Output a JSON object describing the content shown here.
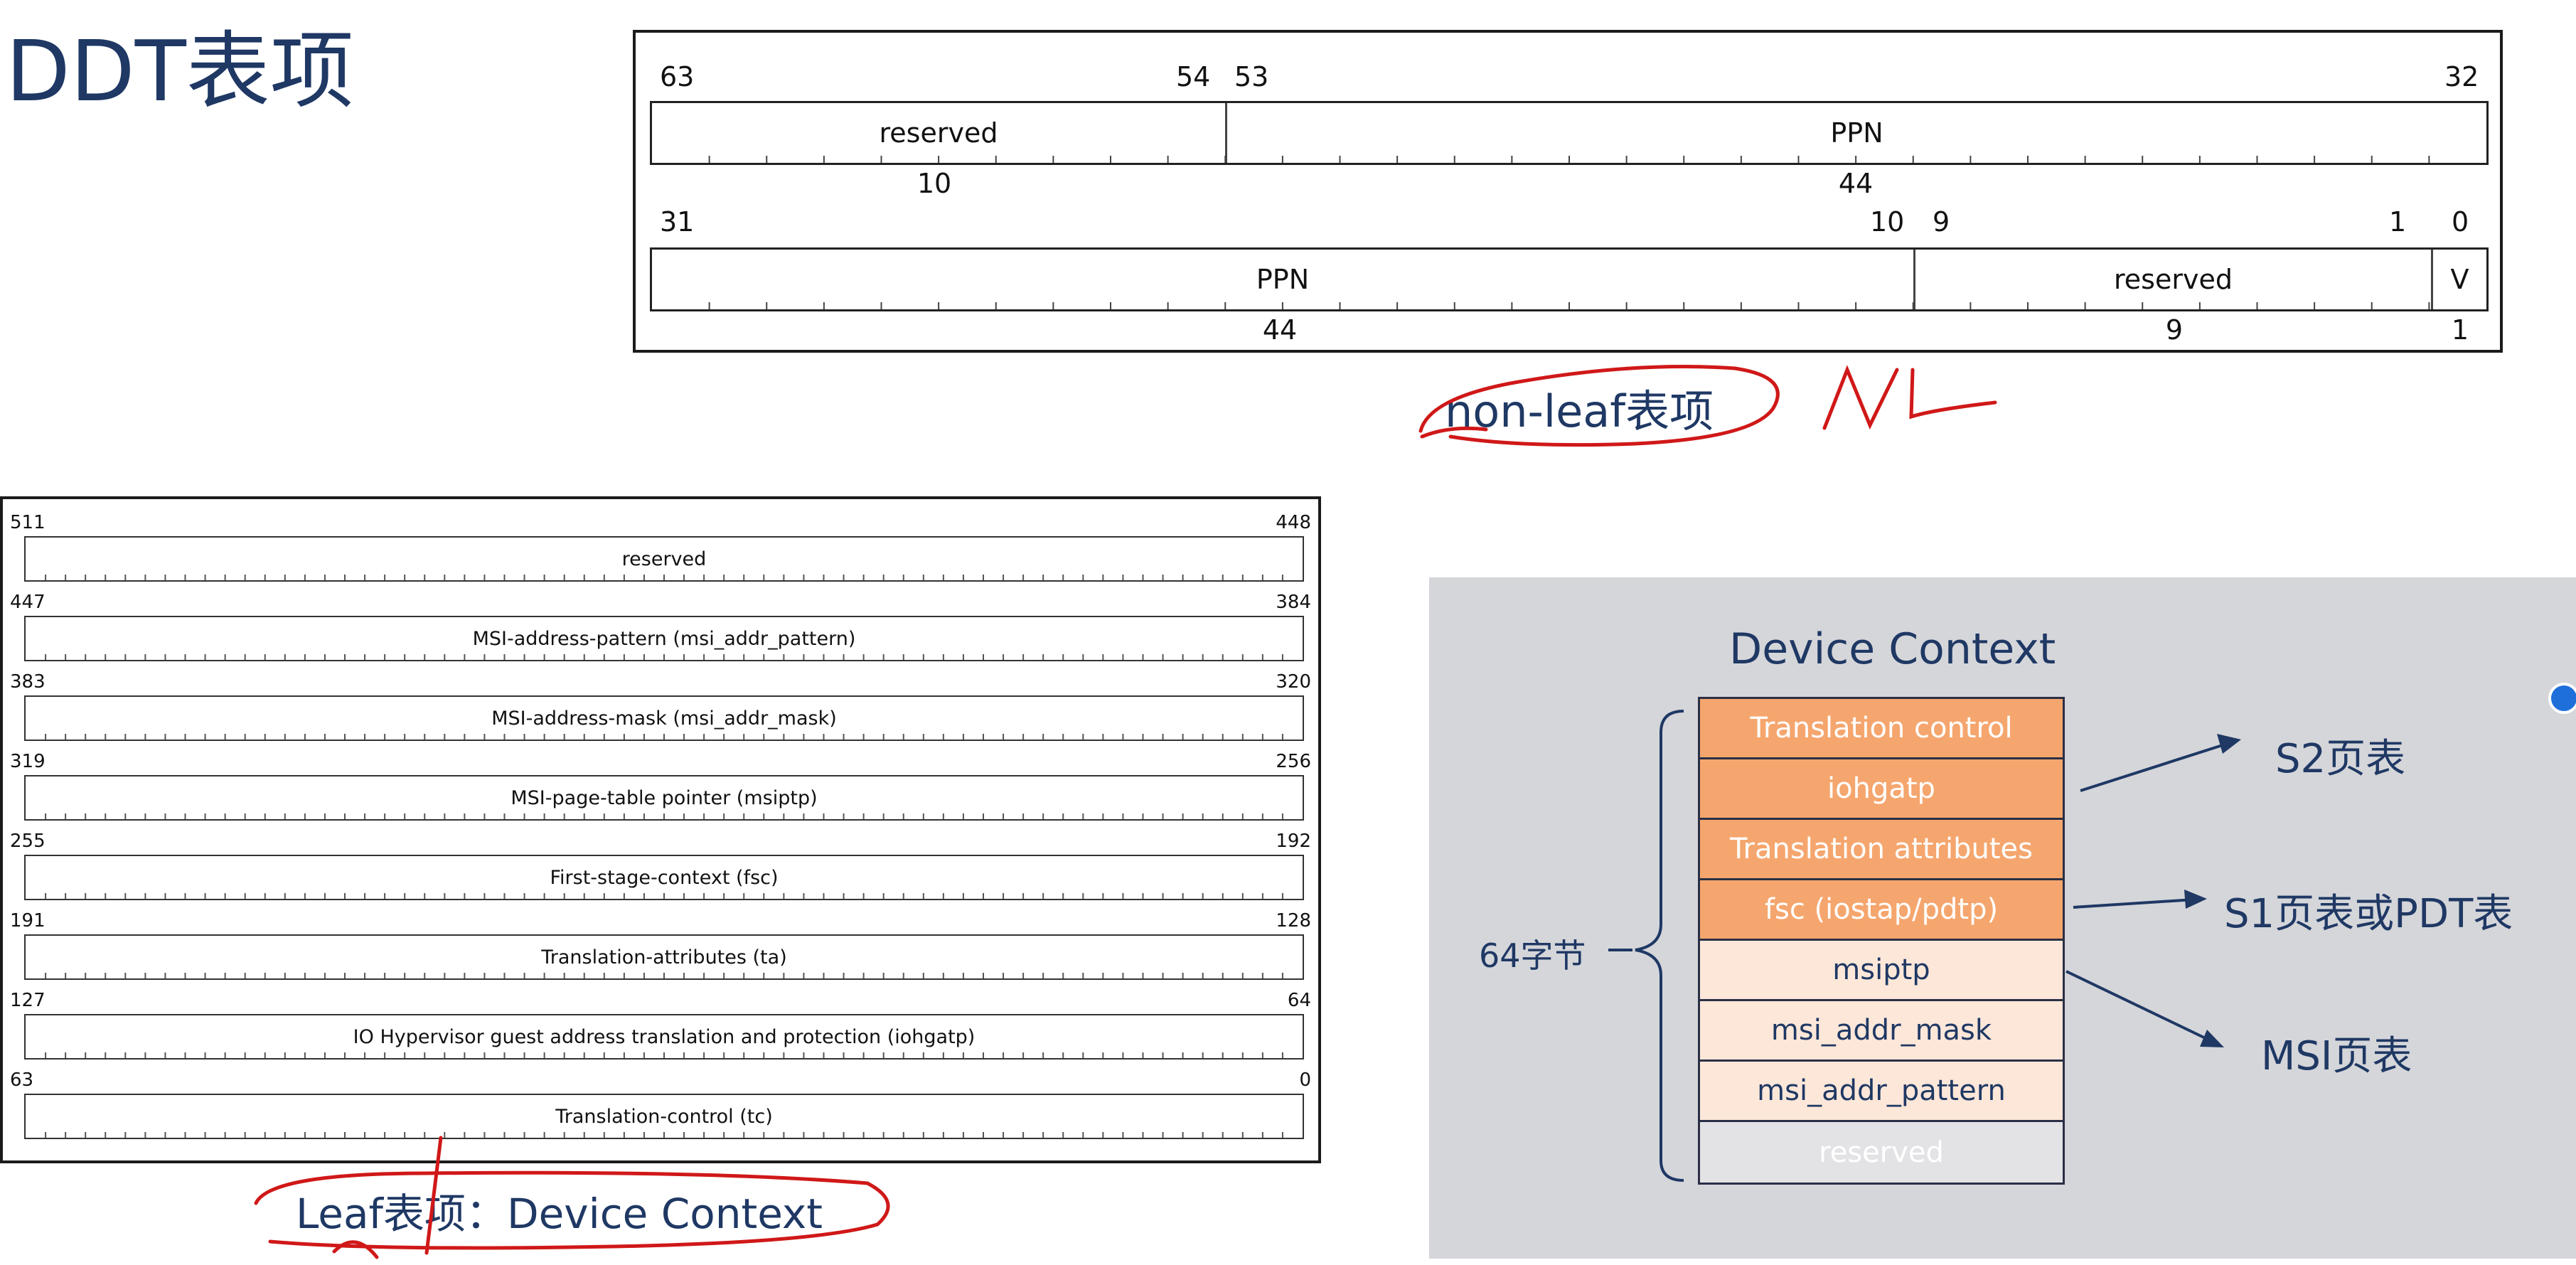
{
  "title": "DDT表项",
  "nonleaf": {
    "row1": {
      "bits": [
        "63",
        "54",
        "53",
        "32"
      ],
      "fields": [
        {
          "name": "reserved",
          "width": "10"
        },
        {
          "name": "PPN",
          "width": "44"
        }
      ]
    },
    "row2": {
      "bits": [
        "31",
        "10",
        "9",
        "1",
        "0"
      ],
      "fields": [
        {
          "name": "PPN",
          "width": "44"
        },
        {
          "name": "reserved",
          "width": "9"
        },
        {
          "name": "V",
          "width": "1"
        }
      ]
    },
    "caption": "non-leaf表项",
    "annotation": "NL"
  },
  "leaf": {
    "rows": [
      {
        "hi": "511",
        "lo": "448",
        "label": "reserved"
      },
      {
        "hi": "447",
        "lo": "384",
        "label": "MSI-address-pattern (msi_addr_pattern)"
      },
      {
        "hi": "383",
        "lo": "320",
        "label": "MSI-address-mask (msi_addr_mask)"
      },
      {
        "hi": "319",
        "lo": "256",
        "label": "MSI-page-table pointer (msiptp)"
      },
      {
        "hi": "255",
        "lo": "192",
        "label": "First-stage-context (fsc)"
      },
      {
        "hi": "191",
        "lo": "128",
        "label": "Translation-attributes (ta)"
      },
      {
        "hi": "127",
        "lo": "64",
        "label": "IO Hypervisor guest address translation and protection (iohgatp)"
      },
      {
        "hi": "63",
        "lo": "0",
        "label": "Translation-control (tc)"
      }
    ],
    "caption": "Leaf表项：Device Context"
  },
  "device_context": {
    "title": "Device Context",
    "side_label": "64字节",
    "rows": [
      {
        "label": "Translation control",
        "fill": "#f5a66e",
        "text": "#ffffff"
      },
      {
        "label": "iohgatp",
        "fill": "#f5a66e",
        "text": "#ffffff"
      },
      {
        "label": "Translation attributes",
        "fill": "#f5a66e",
        "text": "#ffffff"
      },
      {
        "label": "fsc (iostap/pdtp)",
        "fill": "#f5a66e",
        "text": "#ffffff"
      },
      {
        "label": "msiptp",
        "fill": "#fde7d9",
        "text": "#1f3864"
      },
      {
        "label": "msi_addr_mask",
        "fill": "#fde7d9",
        "text": "#1f3864"
      },
      {
        "label": "msi_addr_pattern",
        "fill": "#fde7d9",
        "text": "#1f3864"
      },
      {
        "label": "reserved",
        "fill": "#e3e3e6",
        "text": "#ffffff"
      }
    ],
    "targets": [
      "S2页表",
      "S1页表或PDT表",
      "MSI页表"
    ]
  }
}
